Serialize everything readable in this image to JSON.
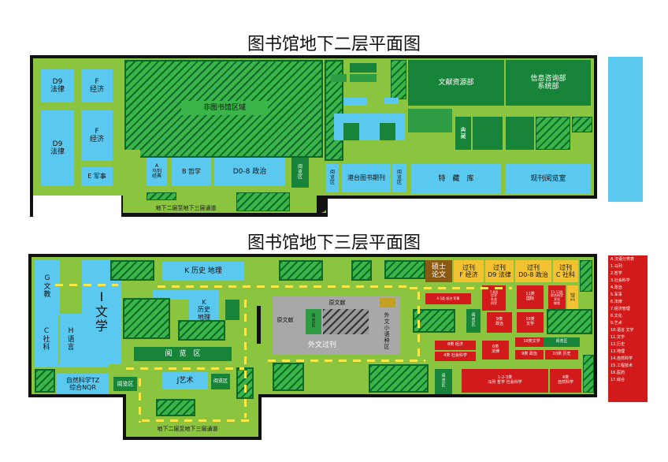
{
  "floor_b2": {
    "title": "图书馆地下二层平面图",
    "rooms": {
      "d9_law_1": "D9\n法律",
      "f_econ_1": "F\n经济",
      "d9_law_2": "D9\n法律",
      "f_econ_2": "F\n经济",
      "e_military": "E 军事",
      "non_library": "非图书馆区域",
      "a_marxism": "A\n马列\n经典",
      "b_philosophy": "B 哲学",
      "d0_8_politics": "D0-8 政治",
      "reading_1": "阅\n览\n区",
      "reading_2": "阅\n览\n区",
      "hk_periodicals": "港台图书期刊",
      "reading_3": "阅\n览\n区",
      "literature_resources": "文献资源部",
      "info_consult": "信息咨询部\n系统部",
      "dian_cang": "典\n藏",
      "special_collection": "特　藏　库",
      "current_periodicals": "现刊阅览室",
      "passage": "地下二层至地下三层通道"
    }
  },
  "floor_b3": {
    "title": "图书馆地下三层平面图",
    "rooms": {
      "g_culture_edu": "G\n文\n教",
      "c_social": "C\n社\n科",
      "h_language": "H\n语\n言",
      "i_literature": "I\n文\n学",
      "k_history_geo": "K 历史 地理",
      "k_history_geo_2": "K\n历史\n地理",
      "reading_area": "阅　览　区",
      "natural_science": "自然科学TZ\n综合NQR",
      "reading_4": "阅览区",
      "j_art": "J艺术",
      "reading_5": "阅览区",
      "original_lit": "原文献",
      "original_lit_2": "原文献",
      "reading_6": "阅\n览\n区",
      "foreign_periodicals": "外文过刊",
      "foreign_minor": "外\n文\n小\n语\n种\n区",
      "thesis": "硕士\n论文",
      "periodical_f": "过刊\nF 经济",
      "periodical_d9": "过刊\nD9 法律",
      "periodical_d08": "过刊\nD0-8 政治",
      "periodical_c": "过刊\nC 社科",
      "reading_7": "阅\n览\n区",
      "reading_8": "阅\n览\n区",
      "reading_9": "阅览区",
      "passage": "地下二层至地下三层通道",
      "small_reading": "阅览区"
    },
    "red_rooms": [
      "A 5类 经济 军事",
      "7-8类\n哲学\n社会\n科学",
      "11类\n国际",
      "11-13类\n综合科学\n文化\n教育",
      "综合\n A类\n 新书",
      "9类\n政治",
      "10类\n文学",
      "8类 经济",
      "6类\n法律",
      "10类文学",
      "4类 社会科学",
      "9类 政治",
      "10类 历史",
      "1-2-3类\n马列 哲学 社会科学",
      "4类\n自然科学"
    ],
    "legend_title": "A 汉语分类表",
    "legend_items": [
      "1.马列",
      "2.哲学",
      "3.社会科学",
      "4.政治",
      "5.军事",
      "6.法律",
      "7.经济管理",
      "8.文化",
      "9.艺术",
      "10.语言 文字",
      "11.文学",
      "12.历史",
      "13.地理",
      "14.自然科学",
      "15.工程技术",
      "16.医药",
      "17.综合"
    ]
  },
  "colors": {
    "floor_green": "#8bc53f",
    "dark_green": "#18843a",
    "shelf_blue": "#5bc8f0",
    "periodical_yellow": "#f2c230",
    "storage_red": "#d21a1a"
  }
}
